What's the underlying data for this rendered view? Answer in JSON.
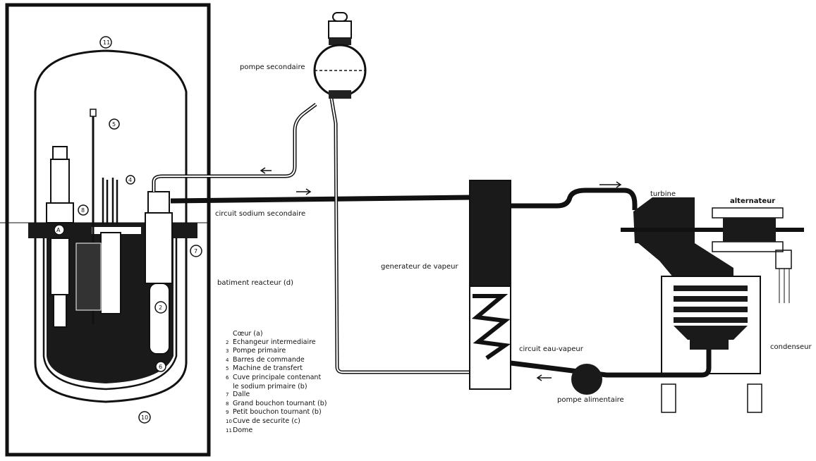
{
  "labels": {
    "pompe_secondaire": "pompe secondaire",
    "circuit_sodium_secondaire": "circuit sodium secondaire",
    "batiment_reacteur": "batiment reacteur (d)",
    "generateur_vapeur": "generateur de vapeur",
    "turbine": "turbine",
    "alternateur": "alternateur",
    "condenseur": "condenseur",
    "circuit_eau_vapeur": "circuit eau-vapeur",
    "pompe_alimentaire": "pompe alimentaire"
  },
  "callouts": [
    "11",
    "5",
    "4",
    "8",
    "A",
    "7",
    "2",
    "6",
    "10"
  ],
  "legend": [
    {
      "n": "",
      "text": "Cœur (a)"
    },
    {
      "n": "2",
      "text": "Echangeur intermediaire"
    },
    {
      "n": "3",
      "text": "Pompe primaire"
    },
    {
      "n": "4",
      "text": "Barres de commande"
    },
    {
      "n": "5",
      "text": "Machine de transfert"
    },
    {
      "n": "6",
      "text": "Cuve principale contenant"
    },
    {
      "n": "",
      "text": "le sodium primaire (b)"
    },
    {
      "n": "7",
      "text": "Dalle"
    },
    {
      "n": "8",
      "text": "Grand bouchon tournant (b)"
    },
    {
      "n": "9",
      "text": "Petit bouchon tournant (b)"
    },
    {
      "n": "10",
      "text": "Cuve de securite (c)"
    },
    {
      "n": "11",
      "text": "Dome"
    }
  ],
  "colors": {
    "ink": "#111111",
    "paper": "#ffffff",
    "sodium": "#1a1a1a"
  }
}
